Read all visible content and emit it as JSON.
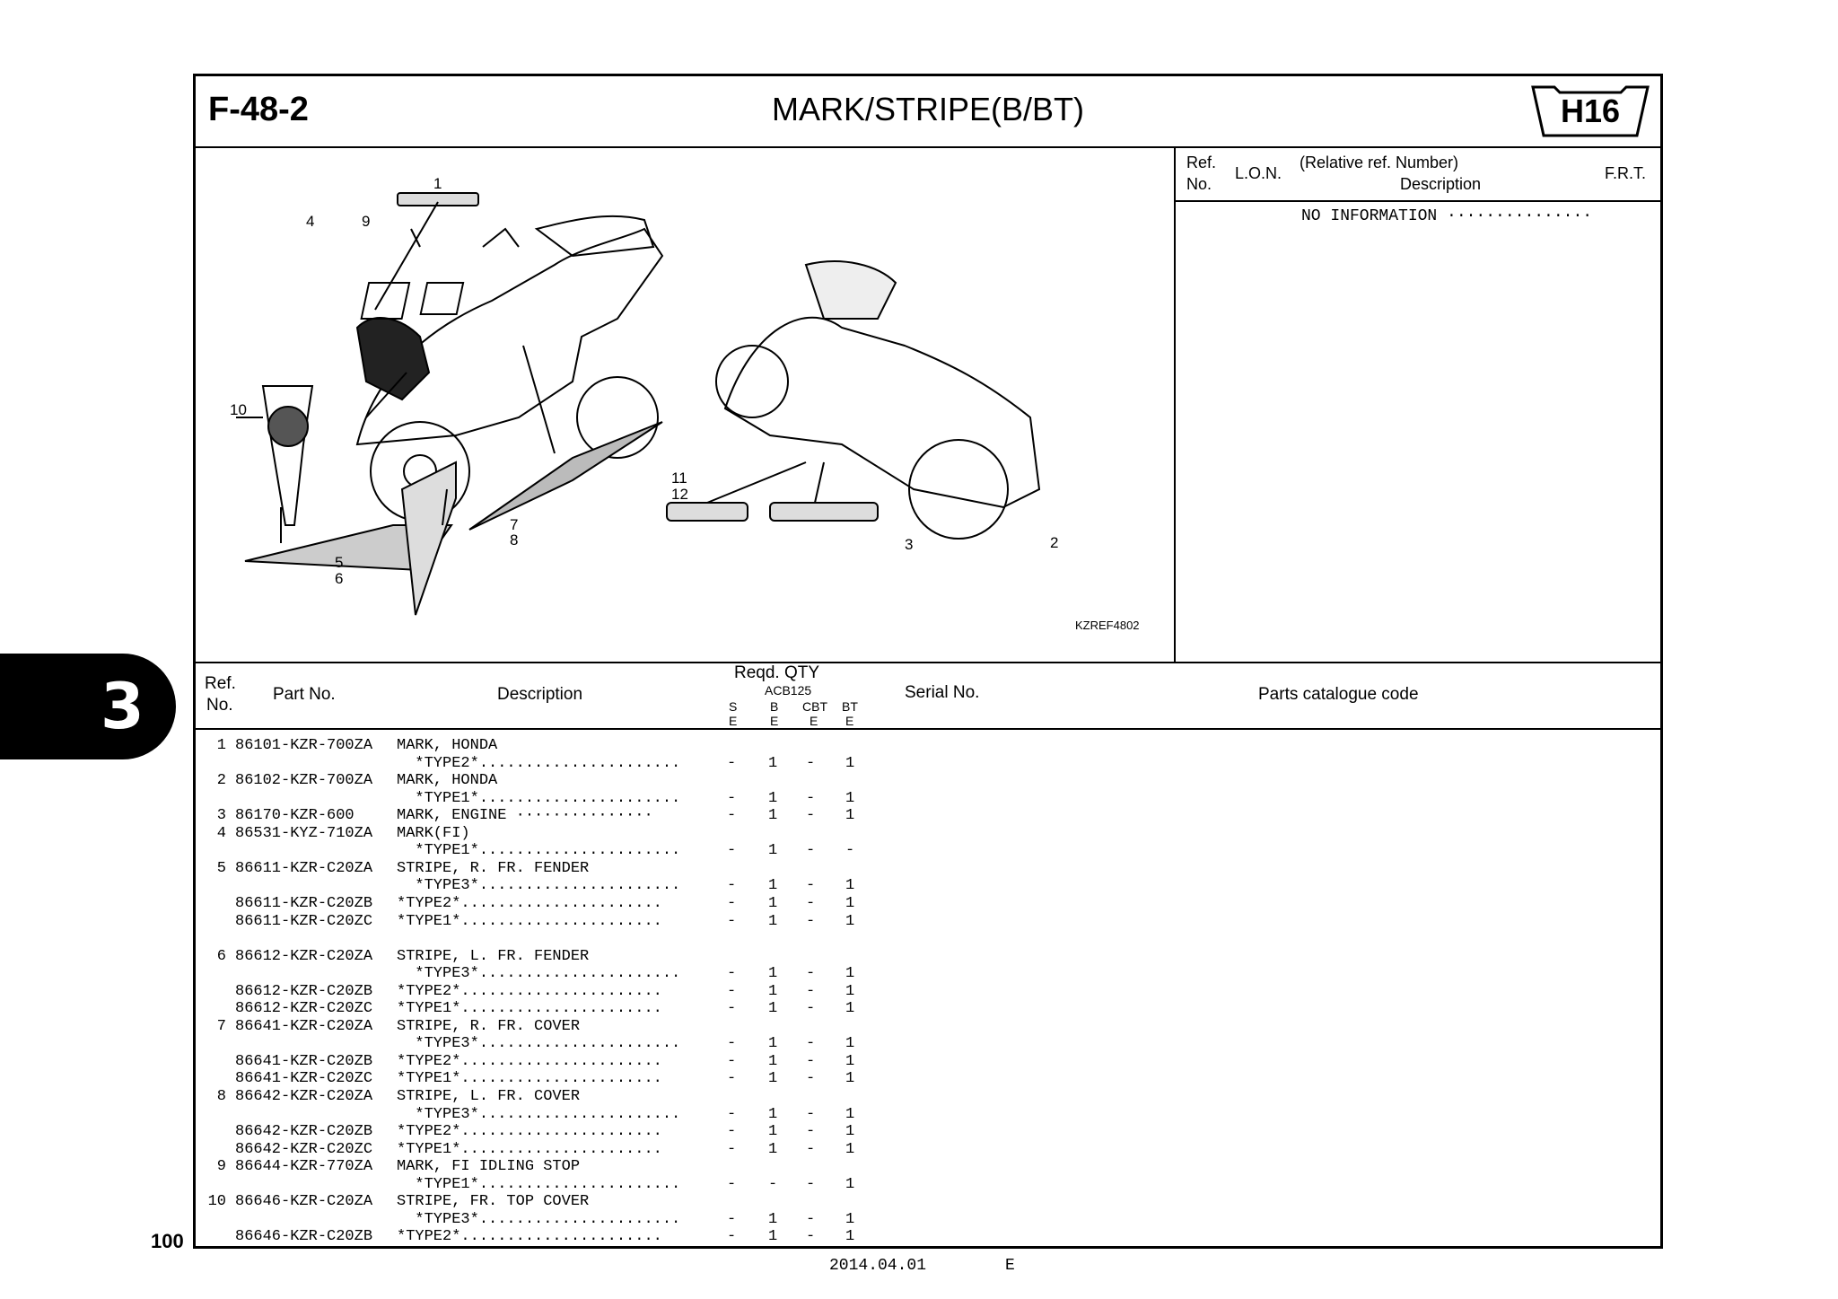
{
  "page": {
    "figure_number": "F-48-2",
    "title": "MARK/STRIPE(B/BT)",
    "model_badge": "H16",
    "section_tab": "3",
    "page_number": "100",
    "footer_date": "2014.04.01",
    "footer_lang": "E"
  },
  "illustration": {
    "code": "KZREF4802",
    "callouts": [
      "1",
      "2",
      "3",
      "4",
      "5",
      "6",
      "7",
      "8",
      "9",
      "10",
      "11",
      "12"
    ]
  },
  "reference_panel": {
    "ref_label": "Ref.",
    "no_label": "No.",
    "lon_label": "L.O.N.",
    "relative_label": "(Relative ref. Number)",
    "description_label": "Description",
    "frt_label": "F.R.T.",
    "info_text": "NO INFORMATION ···············"
  },
  "table_header": {
    "ref": "Ref.",
    "no": "No.",
    "part_no": "Part No.",
    "description": "Description",
    "reqd_qty": "Reqd. QTY",
    "model": "ACB125",
    "cols": [
      {
        "top": "S",
        "bottom": "E"
      },
      {
        "top": "B",
        "bottom": "E"
      },
      {
        "top": "CBT",
        "bottom": "E"
      },
      {
        "top": "BT",
        "bottom": "E"
      }
    ],
    "serial_no": "Serial No.",
    "catalogue_code": "Parts catalogue code"
  },
  "parts": [
    {
      "ref": "1",
      "part": "86101-KZR-700ZA",
      "desc": "MARK, HONDA",
      "s": "",
      "b": "",
      "cbt": "",
      "bt": ""
    },
    {
      "ref": "",
      "part": "",
      "desc": "  *TYPE2*......................",
      "s": "-",
      "b": "1",
      "cbt": "-",
      "bt": "1"
    },
    {
      "ref": "2",
      "part": "86102-KZR-700ZA",
      "desc": "MARK, HONDA",
      "s": "",
      "b": "",
      "cbt": "",
      "bt": ""
    },
    {
      "ref": "",
      "part": "",
      "desc": "  *TYPE1*......................",
      "s": "-",
      "b": "1",
      "cbt": "-",
      "bt": "1"
    },
    {
      "ref": "3",
      "part": "86170-KZR-600",
      "desc": "MARK, ENGINE ···············",
      "s": "-",
      "b": "1",
      "cbt": "-",
      "bt": "1"
    },
    {
      "ref": "4",
      "part": "86531-KYZ-710ZA",
      "desc": "MARK(FI)",
      "s": "",
      "b": "",
      "cbt": "",
      "bt": ""
    },
    {
      "ref": "",
      "part": "",
      "desc": "  *TYPE1*......................",
      "s": "-",
      "b": "1",
      "cbt": "-",
      "bt": "-"
    },
    {
      "ref": "5",
      "part": "86611-KZR-C20ZA",
      "desc": "STRIPE, R. FR. FENDER",
      "s": "",
      "b": "",
      "cbt": "",
      "bt": ""
    },
    {
      "ref": "",
      "part": "",
      "desc": "  *TYPE3*......................",
      "s": "-",
      "b": "1",
      "cbt": "-",
      "bt": "1"
    },
    {
      "ref": "",
      "part": "86611-KZR-C20ZB",
      "desc": "*TYPE2*......................",
      "s": "-",
      "b": "1",
      "cbt": "-",
      "bt": "1"
    },
    {
      "ref": "",
      "part": "86611-KZR-C20ZC",
      "desc": "*TYPE1*......................",
      "s": "-",
      "b": "1",
      "cbt": "-",
      "bt": "1"
    },
    {
      "ref": "",
      "part": "",
      "desc": "",
      "s": "",
      "b": "",
      "cbt": "",
      "bt": ""
    },
    {
      "ref": "6",
      "part": "86612-KZR-C20ZA",
      "desc": "STRIPE, L. FR. FENDER",
      "s": "",
      "b": "",
      "cbt": "",
      "bt": ""
    },
    {
      "ref": "",
      "part": "",
      "desc": "  *TYPE3*......................",
      "s": "-",
      "b": "1",
      "cbt": "-",
      "bt": "1"
    },
    {
      "ref": "",
      "part": "86612-KZR-C20ZB",
      "desc": "*TYPE2*......................",
      "s": "-",
      "b": "1",
      "cbt": "-",
      "bt": "1"
    },
    {
      "ref": "",
      "part": "86612-KZR-C20ZC",
      "desc": "*TYPE1*......................",
      "s": "-",
      "b": "1",
      "cbt": "-",
      "bt": "1"
    },
    {
      "ref": "7",
      "part": "86641-KZR-C20ZA",
      "desc": "STRIPE, R. FR. COVER",
      "s": "",
      "b": "",
      "cbt": "",
      "bt": ""
    },
    {
      "ref": "",
      "part": "",
      "desc": "  *TYPE3*......................",
      "s": "-",
      "b": "1",
      "cbt": "-",
      "bt": "1"
    },
    {
      "ref": "",
      "part": "86641-KZR-C20ZB",
      "desc": "*TYPE2*......................",
      "s": "-",
      "b": "1",
      "cbt": "-",
      "bt": "1"
    },
    {
      "ref": "",
      "part": "86641-KZR-C20ZC",
      "desc": "*TYPE1*......................",
      "s": "-",
      "b": "1",
      "cbt": "-",
      "bt": "1"
    },
    {
      "ref": "8",
      "part": "86642-KZR-C20ZA",
      "desc": "STRIPE, L. FR. COVER",
      "s": "",
      "b": "",
      "cbt": "",
      "bt": ""
    },
    {
      "ref": "",
      "part": "",
      "desc": "  *TYPE3*......................",
      "s": "-",
      "b": "1",
      "cbt": "-",
      "bt": "1"
    },
    {
      "ref": "",
      "part": "86642-KZR-C20ZB",
      "desc": "*TYPE2*......................",
      "s": "-",
      "b": "1",
      "cbt": "-",
      "bt": "1"
    },
    {
      "ref": "",
      "part": "86642-KZR-C20ZC",
      "desc": "*TYPE1*......................",
      "s": "-",
      "b": "1",
      "cbt": "-",
      "bt": "1"
    },
    {
      "ref": "9",
      "part": "86644-KZR-770ZA",
      "desc": "MARK, FI IDLING STOP",
      "s": "",
      "b": "",
      "cbt": "",
      "bt": ""
    },
    {
      "ref": "",
      "part": "",
      "desc": "  *TYPE1*......................",
      "s": "-",
      "b": "-",
      "cbt": "-",
      "bt": "1"
    },
    {
      "ref": "10",
      "part": "86646-KZR-C20ZA",
      "desc": "STRIPE, FR. TOP COVER",
      "s": "",
      "b": "",
      "cbt": "",
      "bt": ""
    },
    {
      "ref": "",
      "part": "",
      "desc": "  *TYPE3*......................",
      "s": "-",
      "b": "1",
      "cbt": "-",
      "bt": "1"
    },
    {
      "ref": "",
      "part": "86646-KZR-C20ZB",
      "desc": "*TYPE2*......................",
      "s": "-",
      "b": "1",
      "cbt": "-",
      "bt": "1"
    }
  ]
}
